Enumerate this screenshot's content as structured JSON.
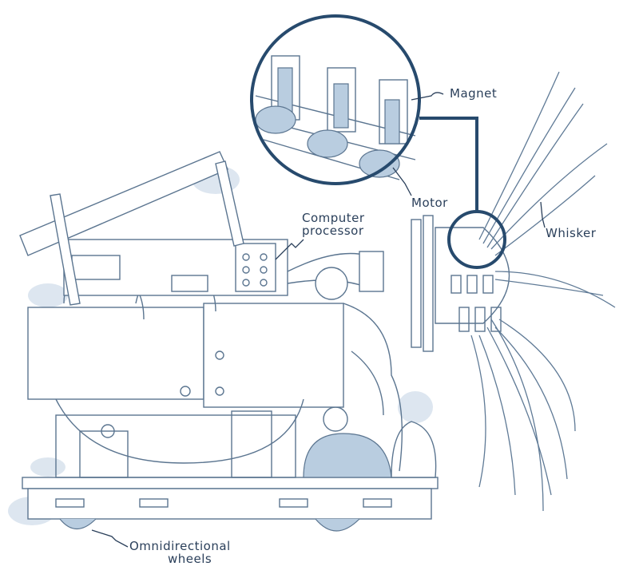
{
  "labels": {
    "magnet": "Magnet",
    "motor": "Motor",
    "computer_processor_line1": "Computer",
    "computer_processor_line2": "processor",
    "whisker": "Whisker",
    "omni_line1": "Omnidirectional",
    "omni_line2": "wheels"
  },
  "colors": {
    "ink": "#5b7590",
    "callout": "#274a6d",
    "shade": "#b9cde0",
    "text": "#2a3f5a"
  }
}
